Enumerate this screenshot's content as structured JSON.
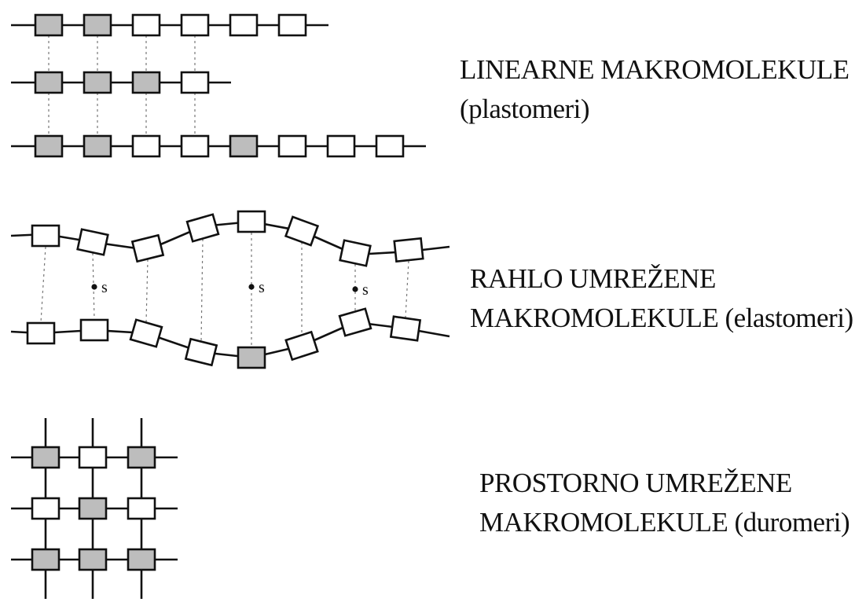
{
  "sections": [
    {
      "id": "linear",
      "line1": "LINEARNE MAKROMOLEKULE",
      "line2": "(plastomeri)",
      "chains": [
        {
          "units": 6,
          "shaded_units": [
            0,
            1
          ]
        },
        {
          "units": 4,
          "shaded_units": [
            0,
            1,
            2
          ]
        },
        {
          "units": 8,
          "shaded_units": [
            0,
            1,
            4
          ]
        }
      ]
    },
    {
      "id": "loose",
      "line1": "RAHLO UMREŽENE",
      "line2": "MAKROMOLEKULE (elastomeri)",
      "crosslink_marker": "s",
      "crosslink_marker_count": 3
    },
    {
      "id": "spatial",
      "line1": "PROSTORNO UMREŽENE",
      "line2": "MAKROMOLEKULE (duromeri)",
      "grid": {
        "rows": 3,
        "cols": 3
      }
    }
  ],
  "colors": {
    "stroke": "#111111",
    "shaded_fill": "#bdbdbd",
    "plain_fill": "#ffffff",
    "dashed": "#777777"
  }
}
